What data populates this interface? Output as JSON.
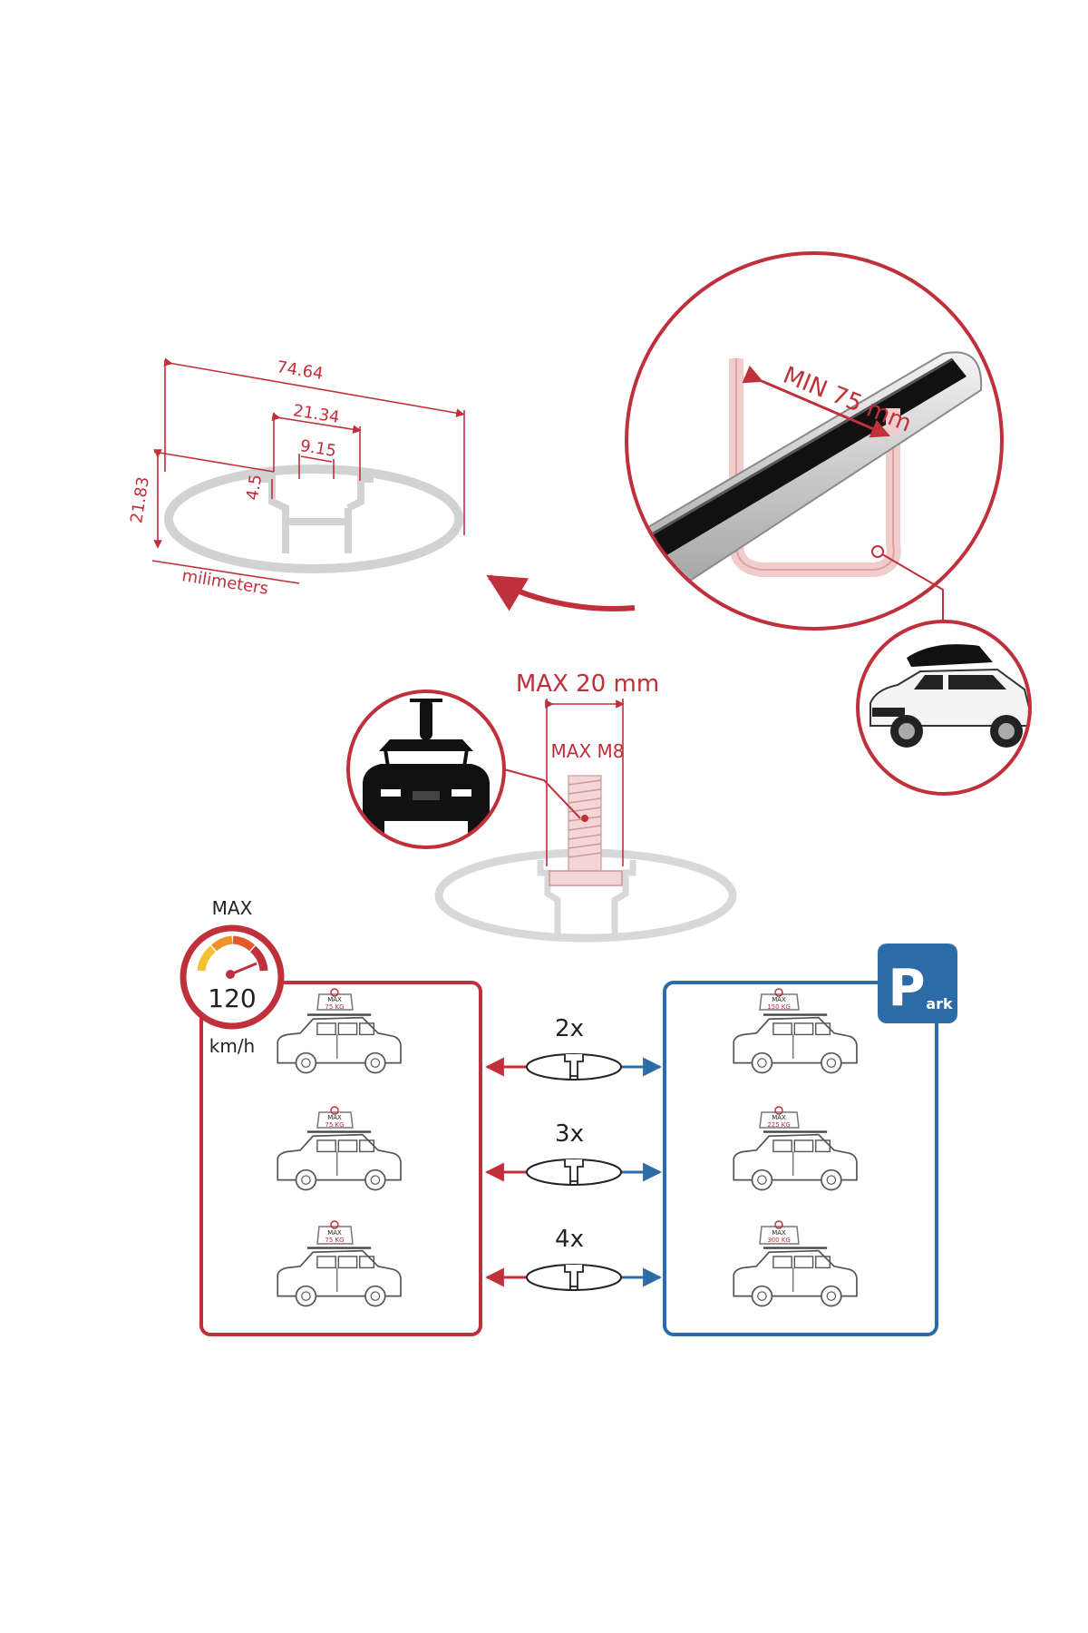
{
  "profile": {
    "width": "74.64",
    "top_width": "21.34",
    "slot_width": "9.15",
    "slot_depth": "4.5",
    "height": "21.83",
    "unit": "milimeters"
  },
  "bar_callout": {
    "min_label": "MIN 75 mm"
  },
  "bolt": {
    "max_length": "MAX 20 mm",
    "max_thread": "MAX M8"
  },
  "speed": {
    "max_label": "MAX",
    "value": "120",
    "unit": "km/h"
  },
  "parking": {
    "letter": "P",
    "suffix": "ark"
  },
  "multipliers": [
    "2x",
    "3x",
    "4x"
  ],
  "loads_driving": [
    {
      "max": "MAX",
      "kg": "75 KG"
    },
    {
      "max": "MAX",
      "kg": "75 KG"
    },
    {
      "max": "MAX",
      "kg": "75 KG"
    }
  ],
  "loads_parked": [
    {
      "max": "MAX",
      "kg": "150 KG"
    },
    {
      "max": "MAX",
      "kg": "225 KG"
    },
    {
      "max": "MAX",
      "kg": "300 KG"
    }
  ],
  "colors": {
    "red": "#c0303a",
    "blue": "#2c6aa8",
    "gray": "#cfcfcf",
    "dark": "#111111"
  }
}
